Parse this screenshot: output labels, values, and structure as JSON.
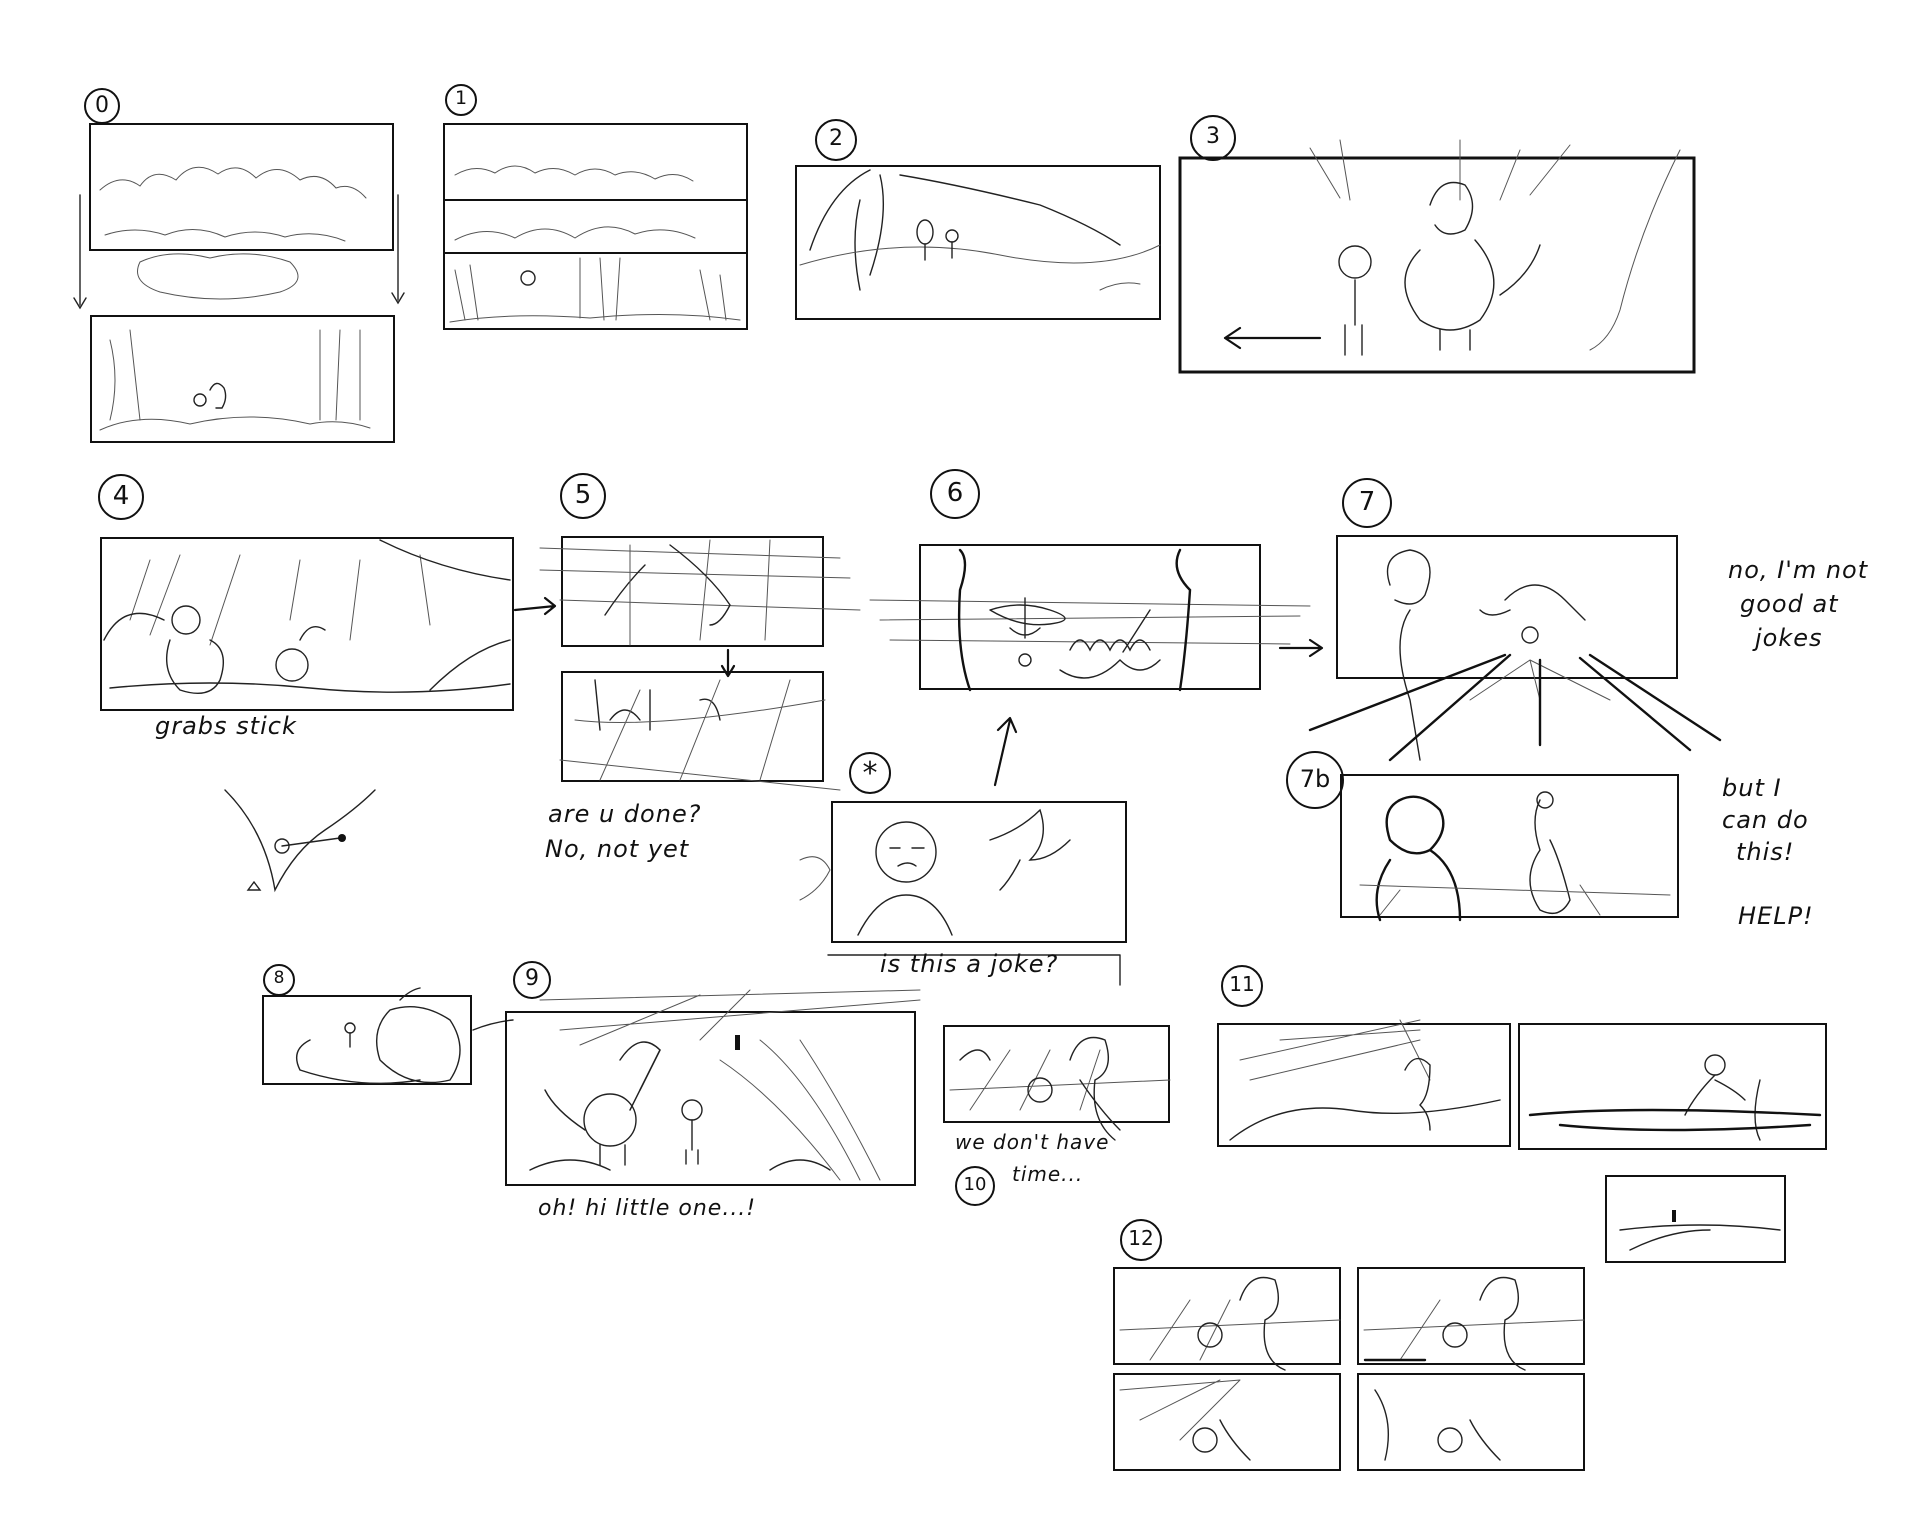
{
  "panel_numbers": {
    "p0": "0",
    "p1": "1",
    "p2": "2",
    "p3": "3",
    "p4": "4",
    "p5": "5",
    "p6": "6",
    "p7": "7",
    "p7b": "7b",
    "p8": "8",
    "p9": "9",
    "p10": "10",
    "p11": "11",
    "p12": "12",
    "star": "*"
  },
  "captions": {
    "p4": "grabs stick",
    "p5_line1": "are u done?",
    "p5_line2": "No, not yet",
    "star": "is this a joke?",
    "p7_line1": "no, I'm not",
    "p7_line2": "good at",
    "p7_line3": "jokes",
    "p7b_line1": "but I",
    "p7b_line2": "can do",
    "p7b_line3": "this!",
    "p7b_help": "HELP!",
    "p9": "oh! hi little one...!",
    "p10_line1": "we don't have",
    "p10_line2": "time..."
  }
}
